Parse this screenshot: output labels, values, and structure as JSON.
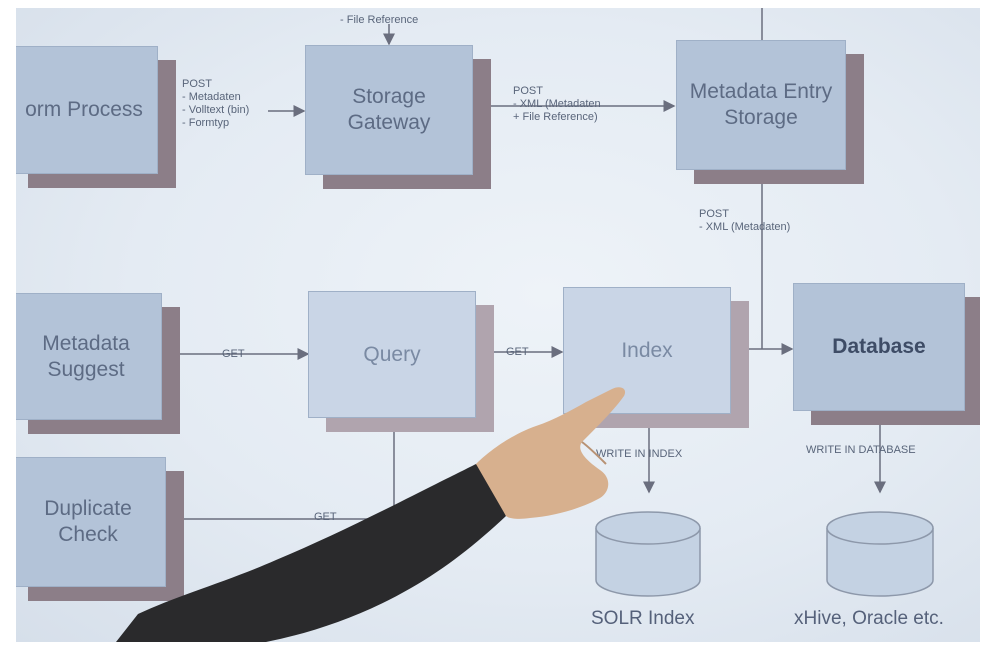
{
  "diagram": {
    "boxes": {
      "form_process": "orm Process",
      "storage_gateway": "Storage\nGateway",
      "metadata_entry_storage": "Metadata Entry\nStorage",
      "metadata_suggest": "Metadata\nSuggest",
      "query": "Query",
      "index": "Index",
      "database": "Database",
      "duplicate_check": "Duplicate\nCheck"
    },
    "labels": {
      "file_reference": "- File Reference",
      "post_form_to_gateway": "POST\n- Metadaten\n- Volltext (bin)\n- Formtyp",
      "post_gateway_to_storage": "POST\n- XML (Metadaten\n+ File Reference)",
      "post_storage_to_db": "POST\n- XML (Metadaten)",
      "get_suggest_query": "GET",
      "get_query_index": "GET",
      "get_duplicate": "GET",
      "write_in_index": "WRITE IN INDEX",
      "write_in_database": "WRITE IN DATABASE"
    },
    "storage": {
      "solr": "SOLR Index",
      "xhive": "xHive, Oracle etc."
    }
  },
  "colors": {
    "box_fill": "#b3c3d8",
    "box_shadow": "#8c7e88",
    "line": "#6a6e7e",
    "sleeve": "#2a2a2c",
    "skin": "#d7b08e"
  }
}
